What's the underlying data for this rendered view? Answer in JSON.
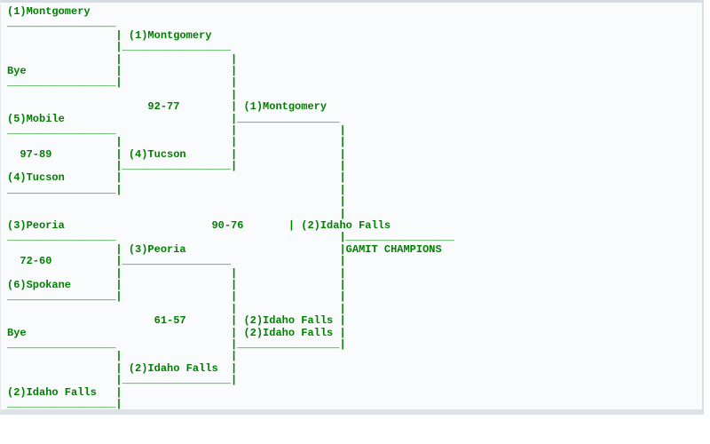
{
  "colors": {
    "page_bg": "#ffffff",
    "panel_bg": "#fafbfc",
    "panel_border": "#d9dee4",
    "text_green": "#008000"
  },
  "bracket": {
    "champion_banner": "GAMIT CHAMPIONS",
    "champion": "(2)Idaho Falls",
    "teams": [
      "(1)Montgomery",
      "Bye",
      "(5)Mobile",
      "(4)Tucson",
      "(3)Peoria",
      "(6)Spokane",
      "Bye",
      "(2)Idaho Falls"
    ],
    "rounds": {
      "round1": [
        {
          "top": "(1)Montgomery",
          "bottom": "Bye",
          "winner": "(1)Montgomery"
        },
        {
          "top": "(5)Mobile",
          "bottom": "(4)Tucson",
          "score": "97-89",
          "winner": "(4)Tucson"
        },
        {
          "top": "(3)Peoria",
          "bottom": "(6)Spokane",
          "score": "72-60",
          "winner": "(3)Peoria"
        },
        {
          "top": "Bye",
          "bottom": "(2)Idaho Falls",
          "winner": "(2)Idaho Falls"
        }
      ],
      "semifinals": [
        {
          "top": "(1)Montgomery",
          "bottom": "(4)Tucson",
          "score": "92-77",
          "winner": "(1)Montgomery"
        },
        {
          "top": "(3)Peoria",
          "bottom": "(2)Idaho Falls",
          "score": "61-57",
          "winner": "(2)Idaho Falls"
        }
      ],
      "final": [
        {
          "top": "(1)Montgomery",
          "bottom": "(2)Idaho Falls",
          "score": "90-76",
          "winner": "(2)Idaho Falls"
        }
      ]
    },
    "rows": [
      "(1)Montgomery",
      "_________________",
      "                 | (1)Montgomery",
      "                 |_________________",
      "                 |                 |",
      "Bye              |                 |",
      "_________________|                 |",
      "                                   |",
      "                      92-77        | (1)Montgomery",
      "(5)Mobile                          |________________",
      "_________________                  |                |",
      "                 |                 |                |",
      "  97-89          | (4)Tucson       |                |",
      "                 |_________________|                |",
      "(4)Tucson        |                                  |",
      "_________________|                                  |",
      "                                                    |",
      "                                                    |",
      "(3)Peoria                       90-76       | (2)Idaho Falls",
      "_________________                                   |_________________",
      "                 | (3)Peoria                        |GAMIT CHAMPIONS",
      "  72-60          |_________________                 |",
      "                 |                 |                |",
      "(6)Spokane       |                 |                |",
      "_________________|                 |                |",
      "                                   |                |",
      "                       61-57       | (2)Idaho Falls |",
      "Bye                                | (2)Idaho Falls |",
      "_________________                  |________________|",
      "                 |                 |",
      "                 | (2)Idaho Falls  |",
      "                 |_________________|",
      "(2)Idaho Falls   |",
      "_________________|"
    ]
  }
}
